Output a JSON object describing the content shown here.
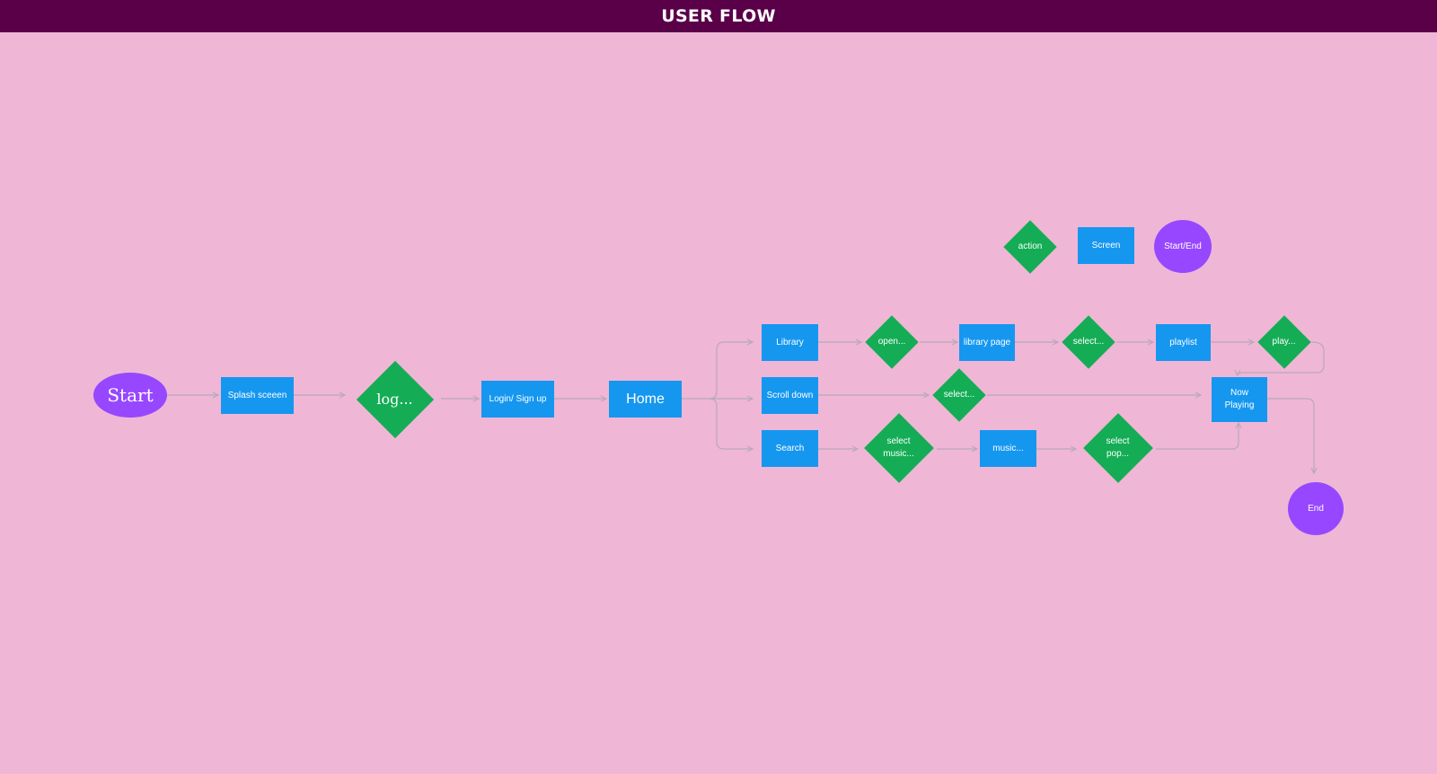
{
  "header": {
    "title": "USER FLOW"
  },
  "legend": {
    "action": "action",
    "screen": "Screen",
    "terminal": "Start/End"
  },
  "nodes": {
    "start": "Start",
    "splash": "Splash sceeen",
    "login_decision": "log...",
    "login_signup": "Login/ Sign up",
    "home": "Home",
    "library": "Library",
    "open_library": "open...",
    "library_page": "library page",
    "select_playlist": "select...",
    "playlist": "playlist",
    "play": "play...",
    "scroll_down": "Scroll down",
    "select_scroll": "select...",
    "search": "Search",
    "select_music": "select music...",
    "music_results": "music...",
    "select_pop": "select pop...",
    "now_playing": "Now Playing",
    "end": "End"
  },
  "colors": {
    "header": "#5a0048",
    "background": "#f0b6d6",
    "screen": "#1597f0",
    "action": "#14ad55",
    "terminal": "#9747ff",
    "connector": "#b7a9b8"
  }
}
